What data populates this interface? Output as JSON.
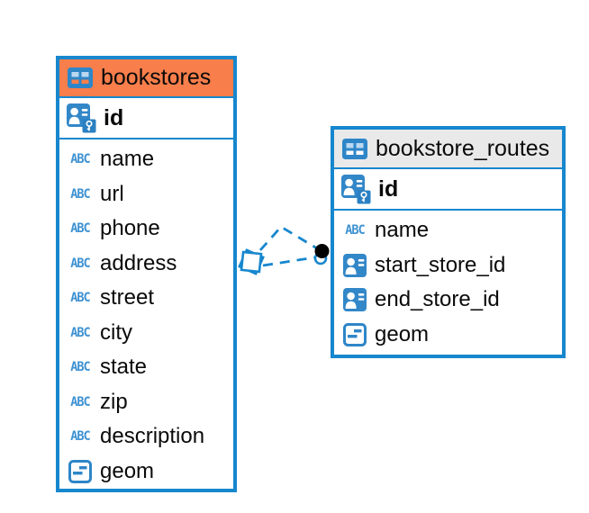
{
  "diagram": {
    "tables": [
      {
        "id": "bookstores",
        "title": "bookstores",
        "header_style": "orange",
        "pk": {
          "label": "id",
          "icon": "user-key-icon"
        },
        "fields": [
          {
            "label": "name",
            "type": "text"
          },
          {
            "label": "url",
            "type": "text"
          },
          {
            "label": "phone",
            "type": "text"
          },
          {
            "label": "address",
            "type": "text"
          },
          {
            "label": "street",
            "type": "text"
          },
          {
            "label": "city",
            "type": "text"
          },
          {
            "label": "state",
            "type": "text"
          },
          {
            "label": "zip",
            "type": "text"
          },
          {
            "label": "description",
            "type": "text"
          },
          {
            "label": "geom",
            "type": "geometry"
          }
        ]
      },
      {
        "id": "bookstore_routes",
        "title": "bookstore_routes",
        "header_style": "gray",
        "pk": {
          "label": "id",
          "icon": "user-key-icon"
        },
        "fields": [
          {
            "label": "name",
            "type": "text"
          },
          {
            "label": "start_store_id",
            "type": "reference"
          },
          {
            "label": "end_store_id",
            "type": "reference"
          },
          {
            "label": "geom",
            "type": "geometry"
          }
        ]
      }
    ],
    "relationships": [
      {
        "from_table": "bookstore_routes",
        "from_field": "start_store_id",
        "to_table": "bookstores",
        "to_field": "id",
        "style": "dashed"
      },
      {
        "from_table": "bookstore_routes",
        "from_field": "end_store_id",
        "to_table": "bookstores",
        "to_field": "id",
        "style": "dashed"
      }
    ],
    "colors": {
      "table_border": "#1787CE",
      "header_orange": "#F87E4B",
      "header_gray": "#E9E9E9",
      "icon_blue": "#3287C8",
      "icon_key_blue": "#2A80C2",
      "icon_cell_light": "#BBD8F0",
      "abc_blue": "#3E92D2",
      "edge_blue": "#1787CE",
      "edge_dot_black": "#000000",
      "background": "#FFFFFF"
    },
    "icons": {
      "text_glyph": "ABC"
    }
  }
}
